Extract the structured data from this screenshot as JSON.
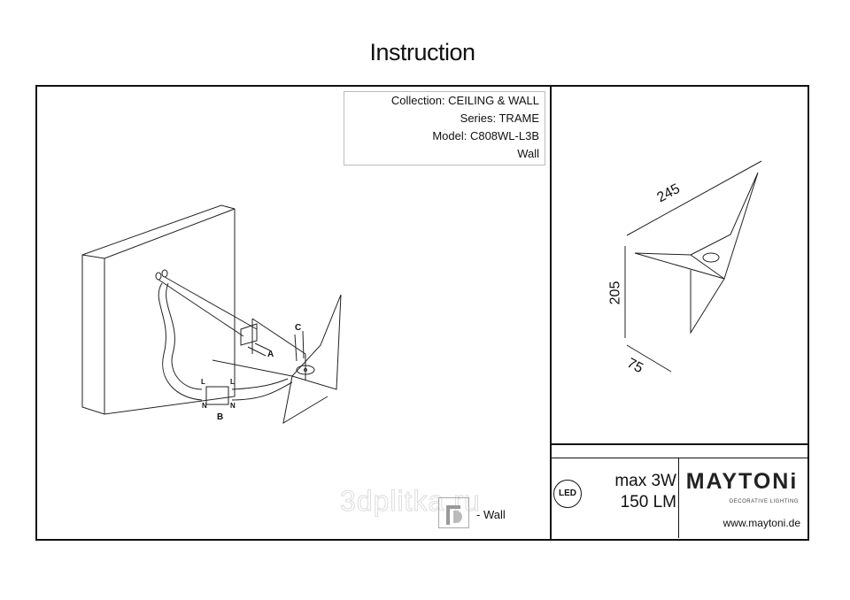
{
  "title": "Instruction",
  "info": {
    "collection": "Collection: CEILING & WALL",
    "series": "Series: TRAME",
    "model": "Model: C808WL-L3B",
    "type": "Wall"
  },
  "diagram": {
    "labels": {
      "a": "A",
      "b": "B",
      "c": "C",
      "l1": "L",
      "l2": "L",
      "n1": "N",
      "n2": "N"
    }
  },
  "dimensions": {
    "width": "245",
    "height": "205",
    "depth": "75"
  },
  "specs": {
    "led": "LED",
    "power": "max 3W",
    "lumens": "150 LM"
  },
  "brand": {
    "name": "MAYTONi",
    "tagline": "DECORATIVE LIGHTING",
    "website": "www.maytoni.de"
  },
  "mounting": {
    "label": "- Wall"
  },
  "watermark": "3dplitka.ru"
}
